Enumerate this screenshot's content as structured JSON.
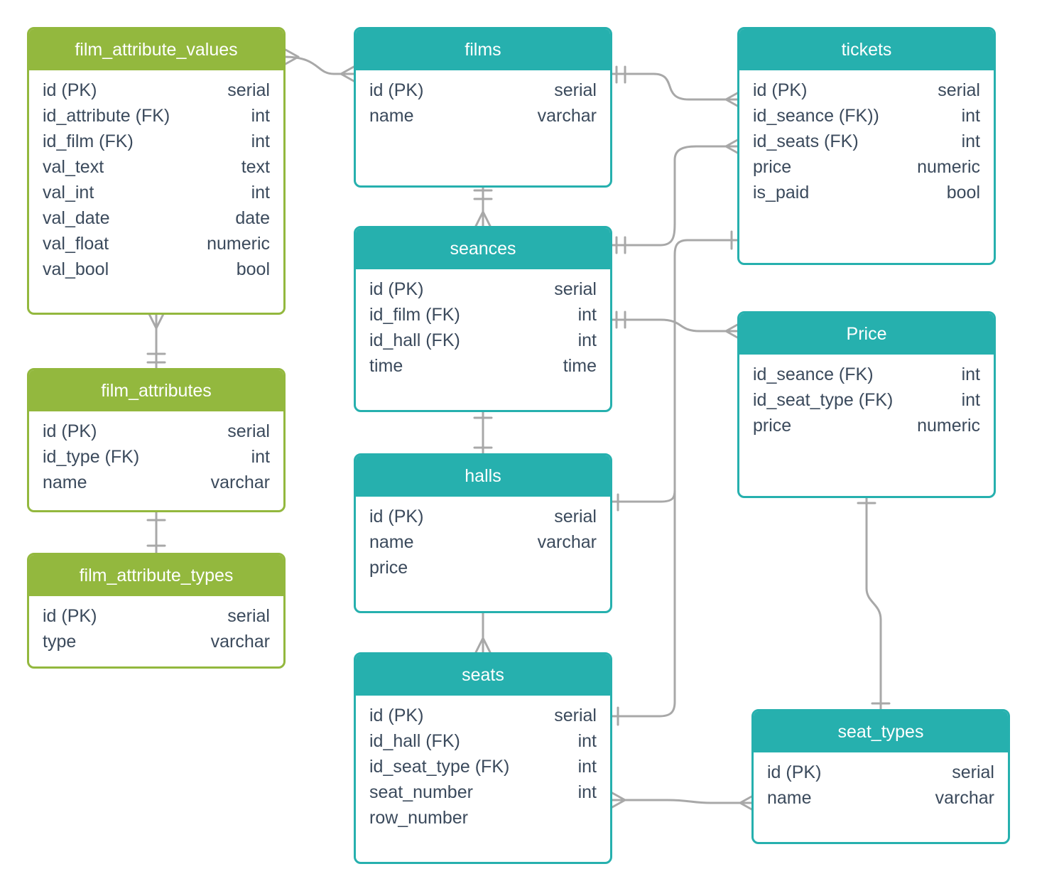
{
  "colors": {
    "teal": "#26b0ae",
    "green": "#93b83e",
    "connector": "#a8a8a8",
    "text": "#3b4a5c"
  },
  "entities": {
    "film_attribute_values": {
      "title": "film_attribute_values",
      "fields": [
        {
          "name": "id (PK)",
          "type": "serial"
        },
        {
          "name": "id_attribute (FK)",
          "type": "int"
        },
        {
          "name": "id_film (FK)",
          "type": "int"
        },
        {
          "name": "val_text",
          "type": "text"
        },
        {
          "name": "val_int",
          "type": "int"
        },
        {
          "name": "val_date",
          "type": "date"
        },
        {
          "name": "val_float",
          "type": "numeric"
        },
        {
          "name": "val_bool",
          "type": "bool"
        }
      ]
    },
    "film_attributes": {
      "title": "film_attributes",
      "fields": [
        {
          "name": "id (PK)",
          "type": "serial"
        },
        {
          "name": "id_type (FK)",
          "type": "int"
        },
        {
          "name": "name",
          "type": "varchar"
        }
      ]
    },
    "film_attribute_types": {
      "title": "film_attribute_types",
      "fields": [
        {
          "name": "id (PK)",
          "type": "serial"
        },
        {
          "name": "type",
          "type": "varchar"
        }
      ]
    },
    "films": {
      "title": "films",
      "fields": [
        {
          "name": "id (PK)",
          "type": "serial"
        },
        {
          "name": "name",
          "type": "varchar"
        }
      ]
    },
    "seances": {
      "title": "seances",
      "fields": [
        {
          "name": "id (PK)",
          "type": "serial"
        },
        {
          "name": "id_film (FK)",
          "type": "int"
        },
        {
          "name": "id_hall (FK)",
          "type": "int"
        },
        {
          "name": "time",
          "type": "time"
        }
      ]
    },
    "halls": {
      "title": "halls",
      "fields": [
        {
          "name": "id (PK)",
          "type": "serial"
        },
        {
          "name": "name",
          "type": "varchar"
        },
        {
          "name": "price",
          "type": ""
        }
      ]
    },
    "seats": {
      "title": "seats",
      "fields": [
        {
          "name": "id (PK)",
          "type": "serial"
        },
        {
          "name": "id_hall (FK)",
          "type": "int"
        },
        {
          "name": "id_seat_type (FK)",
          "type": "int"
        },
        {
          "name": "seat_number",
          "type": "int"
        },
        {
          "name": "row_number",
          "type": ""
        }
      ]
    },
    "tickets": {
      "title": "tickets",
      "fields": [
        {
          "name": "id (PK)",
          "type": "serial"
        },
        {
          "name": "id_seance (FK))",
          "type": "int"
        },
        {
          "name": "id_seats (FK)",
          "type": "int"
        },
        {
          "name": "price",
          "type": "numeric"
        },
        {
          "name": "is_paid",
          "type": "bool"
        }
      ]
    },
    "price": {
      "title": "Price",
      "fields": [
        {
          "name": "id_seance (FK)",
          "type": "int"
        },
        {
          "name": "id_seat_type (FK)",
          "type": "int"
        },
        {
          "name": "price",
          "type": "numeric"
        }
      ]
    },
    "seat_types": {
      "title": "seat_types",
      "fields": [
        {
          "name": "id (PK)",
          "type": "serial"
        },
        {
          "name": "name",
          "type": "varchar"
        }
      ]
    }
  }
}
